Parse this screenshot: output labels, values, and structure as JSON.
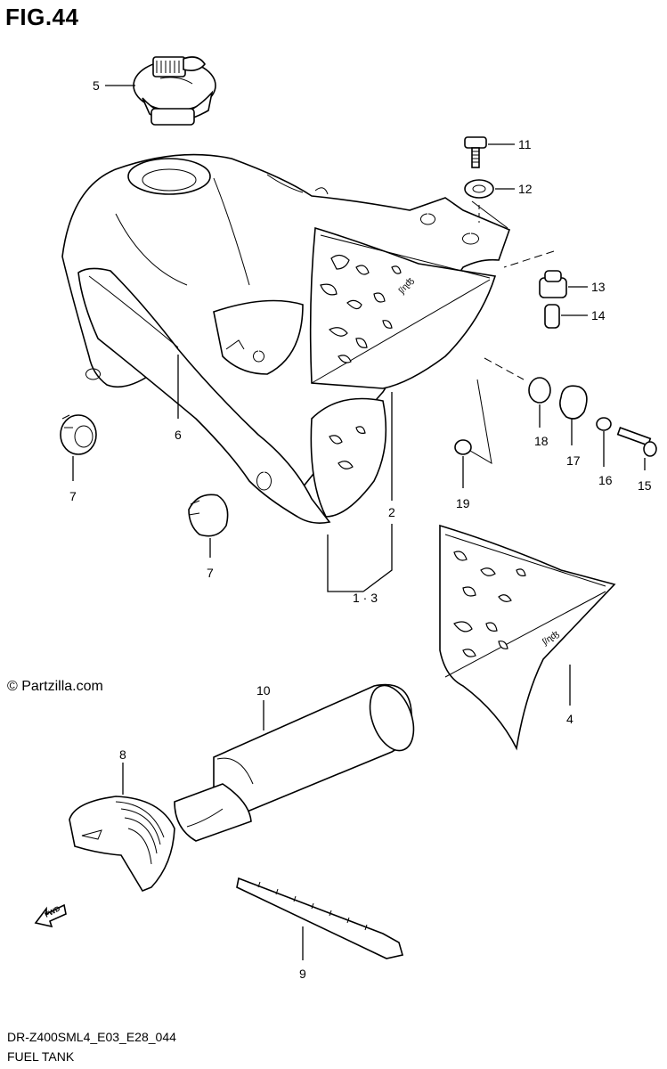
{
  "figure": {
    "title": "FIG.44",
    "model_code": "DR-Z400SML4_E03_E28_044",
    "diagram_title": "FUEL TANK",
    "watermark": "© Partzilla.com",
    "fwd_label": "FWD"
  },
  "callouts": [
    {
      "id": "c5",
      "label": "5"
    },
    {
      "id": "c11",
      "label": "11"
    },
    {
      "id": "c12",
      "label": "12"
    },
    {
      "id": "c13",
      "label": "13"
    },
    {
      "id": "c14",
      "label": "14"
    },
    {
      "id": "c6",
      "label": "6"
    },
    {
      "id": "c7a",
      "label": "7"
    },
    {
      "id": "c18",
      "label": "18"
    },
    {
      "id": "c17",
      "label": "17"
    },
    {
      "id": "c16",
      "label": "16"
    },
    {
      "id": "c15",
      "label": "15"
    },
    {
      "id": "c19",
      "label": "19"
    },
    {
      "id": "c2",
      "label": "2"
    },
    {
      "id": "c7b",
      "label": "7"
    },
    {
      "id": "c13b",
      "label": "1 · 3"
    },
    {
      "id": "c4",
      "label": "4"
    },
    {
      "id": "c10",
      "label": "10"
    },
    {
      "id": "c8",
      "label": "8"
    },
    {
      "id": "c9",
      "label": "9"
    }
  ]
}
